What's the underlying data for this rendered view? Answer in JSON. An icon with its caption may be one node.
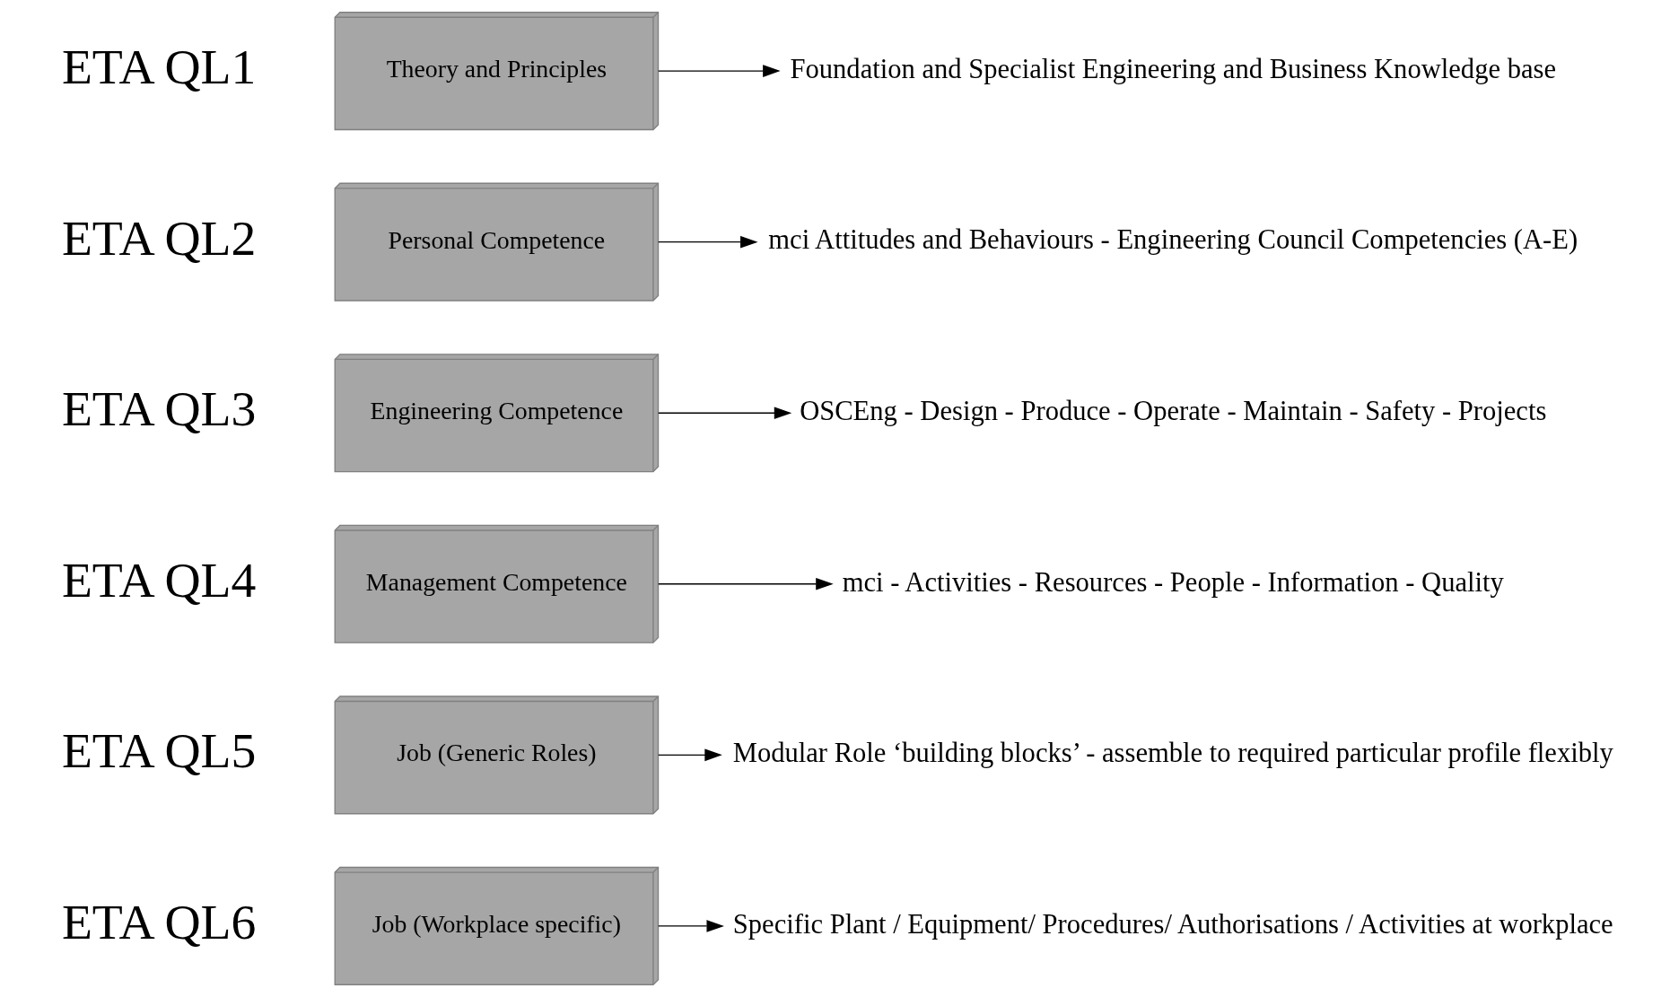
{
  "diagram": {
    "nodes": [
      {
        "text": [
          "Job (Workplace specific)"
        ]
      },
      {
        "text": [
          "Specific Plant / Equipment/ Procedures/ Authorisations / Activities at workplace"
        ]
      },
      {
        "text": [
          "Job (Generic Roles)"
        ]
      },
      {
        "text": [
          "Modular Role ‘building blocks’ - assemble to required particular profile flexibly"
        ]
      },
      {
        "text": [
          "Management Competence"
        ]
      },
      {
        "text": [
          "mci - Activities - Resources - People - Information - Quality"
        ]
      },
      {
        "text": [
          "Engineering Competence"
        ]
      },
      {
        "text": [
          "OSCEng - Design - Produce - Operate - Maintain - Safety - Projects"
        ]
      },
      {
        "text": [
          "Personal Competence"
        ]
      },
      {
        "text": [
          "mci Attitudes and Behaviours - Engineering Council Competencies (A-E)"
        ]
      },
      {
        "text": [
          "Theory and Principles"
        ]
      },
      {
        "text": [
          "Foundation and Specialist Engineering and Business Knowledge base"
        ]
      }
    ],
    "edges": [
      {
        "from": 0,
        "to": 1,
        "arrow": "to"
      },
      {
        "from": 2,
        "to": 3,
        "arrow": "to"
      },
      {
        "from": 4,
        "to": 5,
        "arrow": "to"
      },
      {
        "from": 6,
        "to": 7,
        "arrow": "to"
      },
      {
        "from": 8,
        "to": 9,
        "arrow": "to"
      },
      {
        "from": 10,
        "to": 11,
        "arrow": "to"
      }
    ],
    "labels": [
      "ETA QL6",
      "ETA QL5",
      "ETA QL4",
      "ETA QL3",
      "ETA QL2",
      "ETA QL1"
    ]
  }
}
